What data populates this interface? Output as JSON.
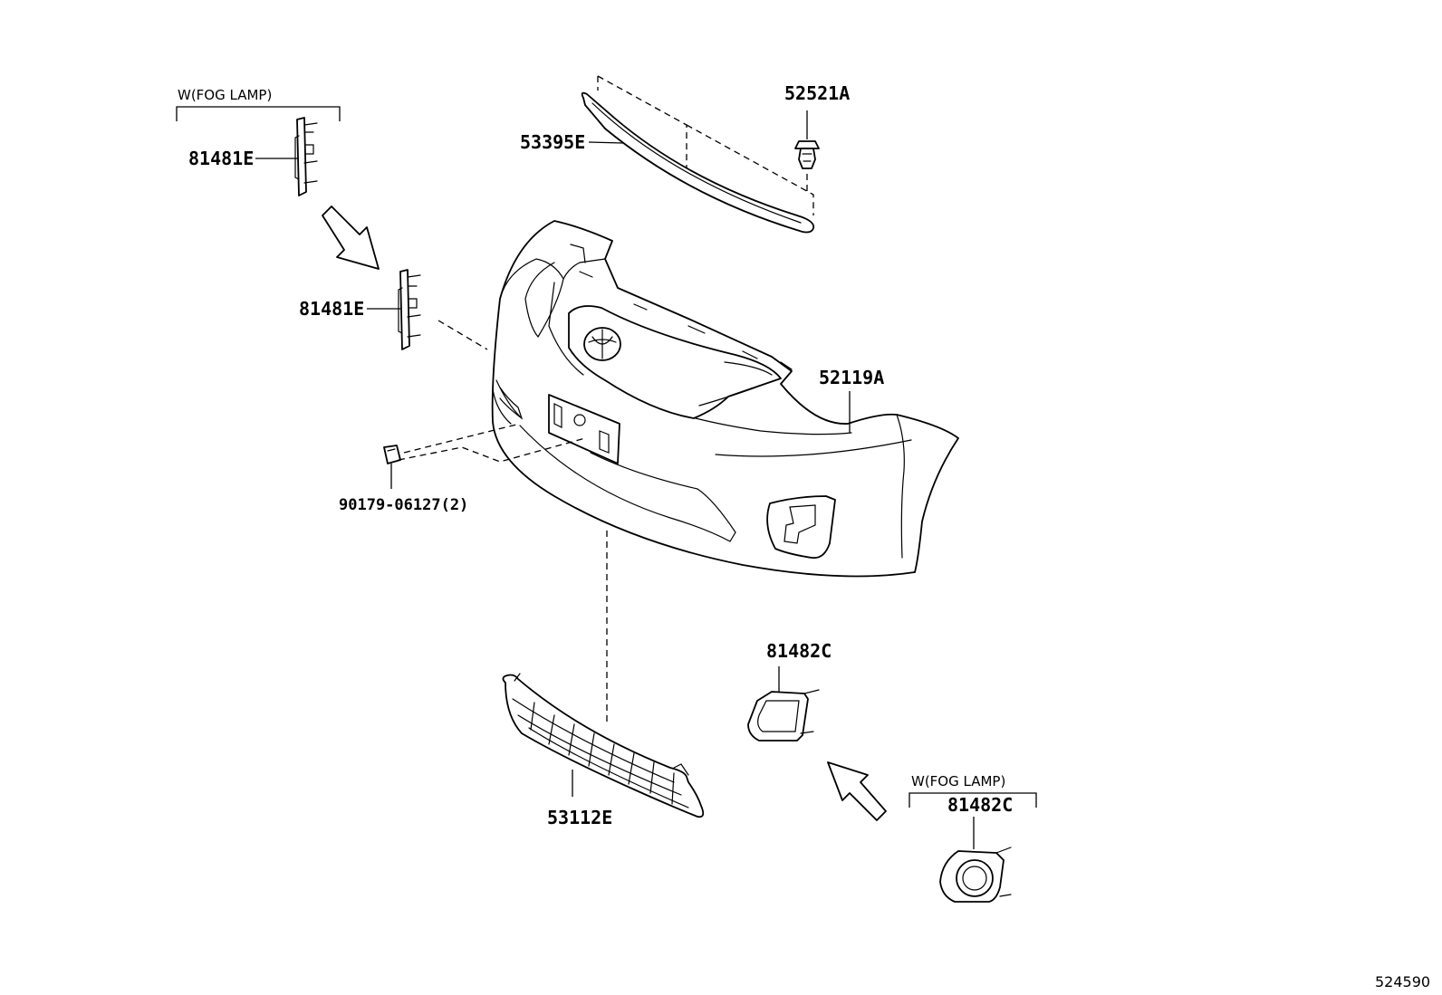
{
  "labels": {
    "fog_note_top": "W(FOG LAMP)",
    "fog_note_bottom": "W(FOG LAMP)",
    "p81481E_top": "81481E",
    "p81481E_mid": "81481E",
    "p53395E": "53395E",
    "p52521A": "52521A",
    "p52119A": "52119A",
    "p90179": "90179-06127(2)",
    "p81482C_mid": "81482C",
    "p81482C_bottom": "81482C",
    "p53112E": "53112E"
  },
  "figure_number": "524590"
}
